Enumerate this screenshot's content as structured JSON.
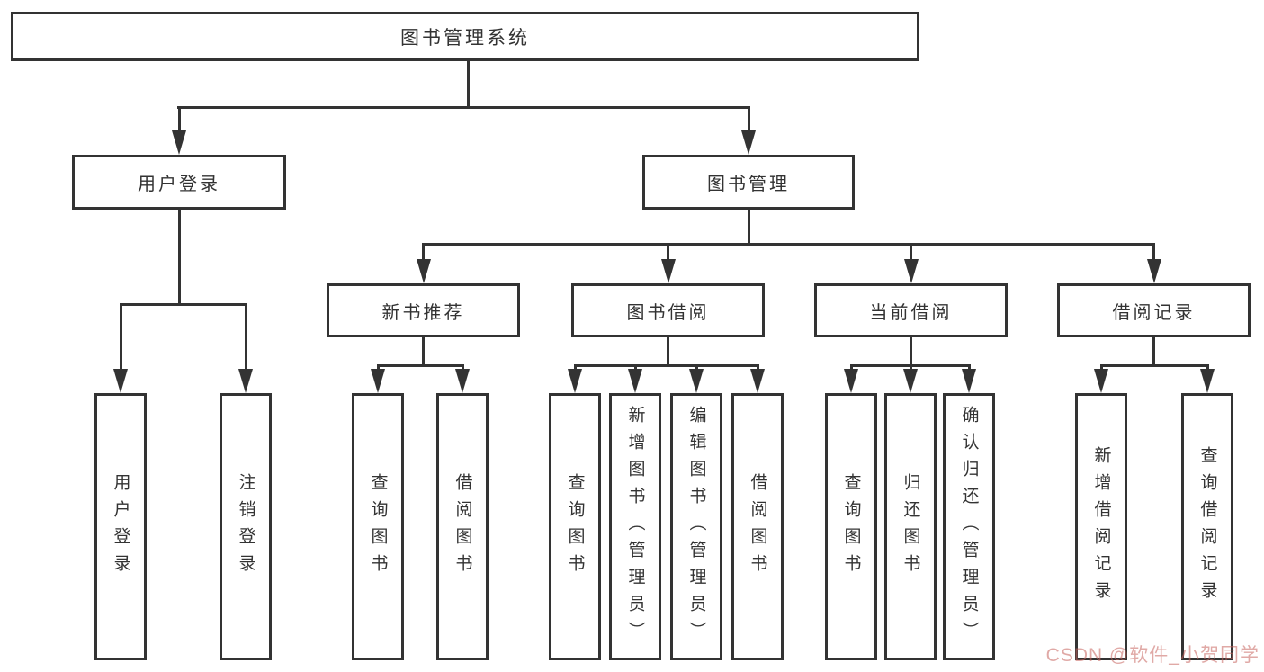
{
  "root": {
    "label": "图书管理系统"
  },
  "login": {
    "label": "用户登录",
    "leaves": [
      {
        "label": "用户登录"
      },
      {
        "label": "注销登录"
      }
    ]
  },
  "mgmt": {
    "label": "图书管理",
    "groups": [
      {
        "label": "新书推荐",
        "leaves": [
          {
            "label": "查询图书"
          },
          {
            "label": "借阅图书"
          }
        ]
      },
      {
        "label": "图书借阅",
        "leaves": [
          {
            "label": "查询图书"
          },
          {
            "label": "新增图书（管理员）"
          },
          {
            "label": "编辑图书（管理员）"
          },
          {
            "label": "借阅图书"
          }
        ]
      },
      {
        "label": "当前借阅",
        "leaves": [
          {
            "label": "查询图书"
          },
          {
            "label": "归还图书"
          },
          {
            "label": "确认归还（管理员）"
          }
        ]
      },
      {
        "label": "借阅记录",
        "leaves": [
          {
            "label": "新增借阅记录"
          },
          {
            "label": "查询借阅记录"
          }
        ]
      }
    ]
  },
  "watermark": {
    "text": "CSDN @软件_小贺同学",
    "color": "#c7625c"
  },
  "colors": {
    "line": "#333333",
    "text": "#333333",
    "background": "#ffffff"
  }
}
